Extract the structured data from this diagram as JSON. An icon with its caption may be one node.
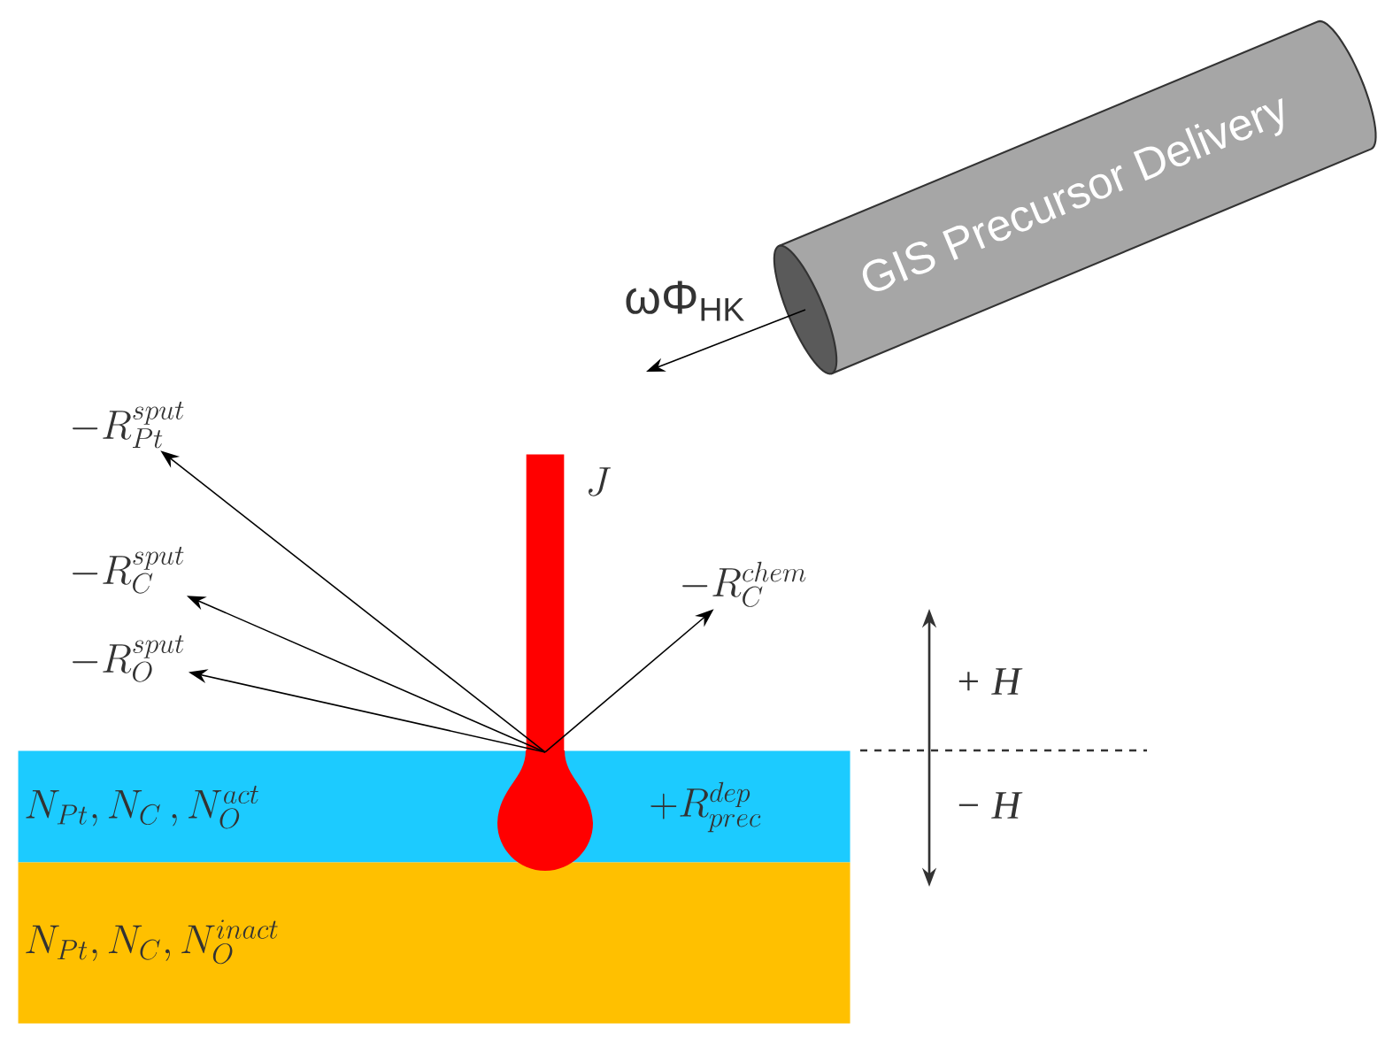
{
  "diagram": {
    "nodes": [
      {
        "text": [
          "GIS Precursor Delivery"
        ]
      },
      {
        "text": [],
        "shape": "bar",
        "beside": [
          "J"
        ]
      },
      {
        "text": [
          "-R_{Pt}^{sput}"
        ]
      },
      {
        "text": [
          "-R_{C}^{sput}"
        ]
      },
      {
        "text": [
          "-R_{O}^{sput}"
        ]
      },
      {
        "text": [
          "-R_{C}^{chem}"
        ]
      },
      {
        "text": [
          "N_{Pt}, N_{C}\\,, N_{O}^{act}",
          "+R_{prec}^{dep}"
        ]
      },
      {
        "text": [
          "N_{Pt}, N_{C}, N_{O}^{inact}"
        ]
      }
    ],
    "edges": [
      {
        "from": 0,
        "to": null,
        "arrow": "to",
        "label": "ωΦ$_{HK}$"
      },
      {
        "from": 1,
        "to": 2,
        "arrow": "to"
      },
      {
        "from": 1,
        "to": 3,
        "arrow": "to"
      },
      {
        "from": 1,
        "to": 4,
        "arrow": "to"
      },
      {
        "from": 1,
        "to": 5,
        "arrow": "to"
      }
    ],
    "labels": [
      "+ H",
      "− H"
    ]
  }
}
